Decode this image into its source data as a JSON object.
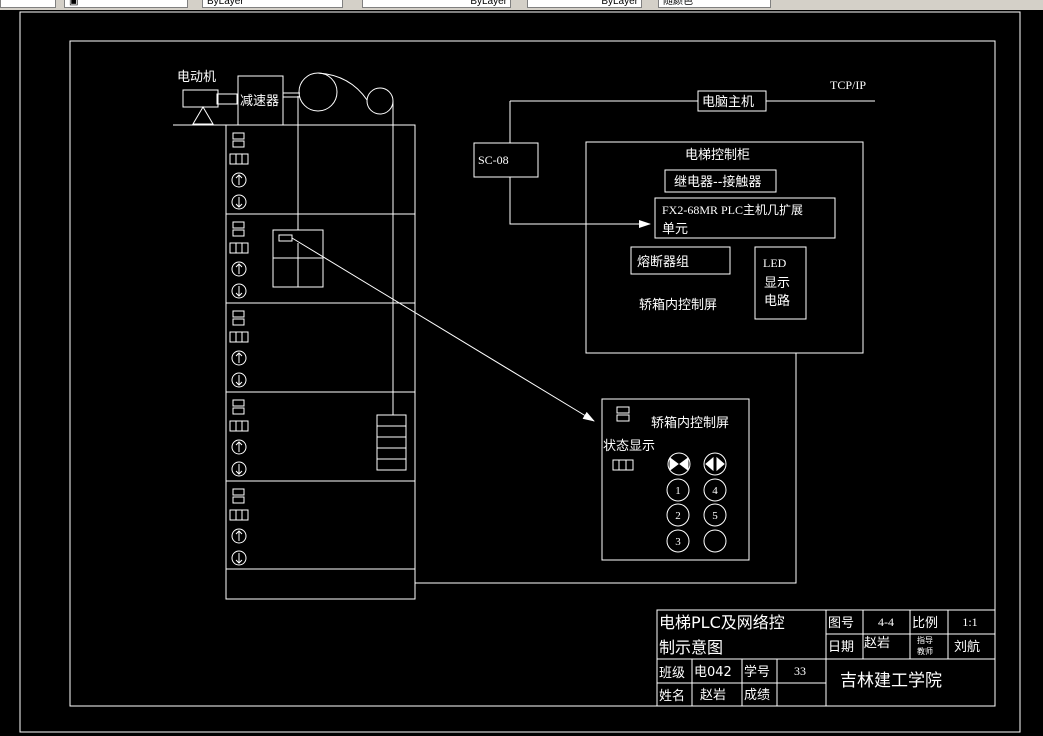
{
  "toolbar": {
    "fields": [
      "",
      "ByLayer",
      "ByLayer",
      "ByLayer",
      "随颜色"
    ]
  },
  "drawing": {
    "motor_label": "电动机",
    "reducer_label": "减速器",
    "computer_label": "电脑主机",
    "network_label": "TCP/IP",
    "converter_label": "SC-08",
    "cabinet": {
      "title": "电梯控制柜",
      "relay_label": "继电器--接触器",
      "plc_line1": "FX2-68MR PLC主机几扩展",
      "plc_line2": "单元",
      "fuse_label": "熔断器组",
      "led_lines": [
        "LED",
        "显示",
        "电路"
      ],
      "car_panel_label": "轿箱内控制屏"
    },
    "car_panel": {
      "title": "轿箱内控制屏",
      "status_label": "状态显示",
      "buttons": [
        "1",
        "2",
        "3",
        "4",
        "5",
        ""
      ]
    },
    "title_block": {
      "title_line1": "电梯PLC及网络控",
      "title_line2": "制示意图",
      "drawing_no_label": "图号",
      "drawing_no": "4-4",
      "scale_label": "比例",
      "scale": "1:1",
      "date_label": "日期",
      "date_value": "赵岩",
      "supervisor_label_1": "指导",
      "supervisor_label_2": "教师",
      "supervisor": "刘航",
      "class_label": "班级",
      "class_value": "电042",
      "student_no_label": "学号",
      "student_no": "33",
      "name_label": "姓名",
      "name_value": "赵岩",
      "grade_label": "成绩",
      "school": "吉林建工学院"
    }
  }
}
